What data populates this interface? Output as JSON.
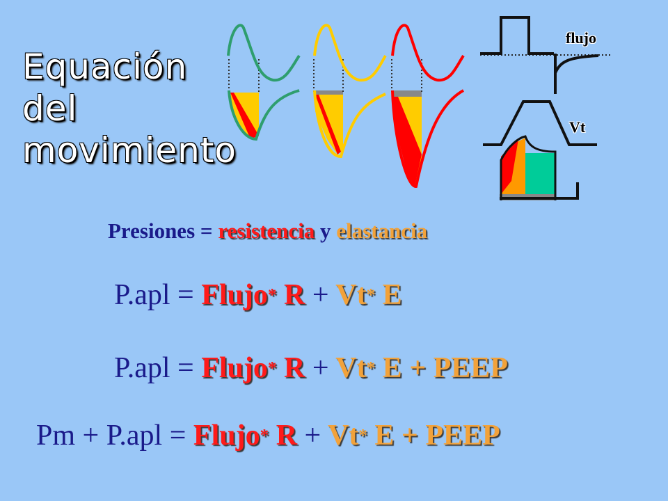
{
  "title": {
    "line1": "Equación",
    "line2": "del",
    "line3": "movimiento"
  },
  "labels": {
    "flujo": "flujo",
    "vt": "Vt"
  },
  "line1": {
    "presiones": "Presiones",
    "eq": "=",
    "resistencia": "resistencia",
    "y": "y",
    "elastancia": "elastancia"
  },
  "line2": {
    "lhs": "P.apl",
    "eq": "=",
    "flujo": "Flujo",
    "star1": "*",
    "r": "R",
    "plus": "+",
    "vt": "Vt",
    "star2": "*",
    "e": "E"
  },
  "line3": {
    "lhs": "P.apl",
    "eq": "=",
    "flujo": "Flujo",
    "star1": "*",
    "r": "R",
    "plus": "+",
    "vt": "Vt",
    "star2": "*",
    "e": "E",
    "plus2": "+",
    "peep": "PEEP"
  },
  "line4": {
    "lhs": "Pm + P.apl",
    "eq": "=",
    "flujo": "Flujo",
    "star1": "*",
    "r": "R",
    "plus": "+",
    "vt": "Vt",
    "star2": "*",
    "e": "E",
    "plus2": "+",
    "peep": "PEEP"
  },
  "colors": {
    "background": "#9ac7f7",
    "green": "#2e9e6e",
    "yellow": "#ffcc00",
    "red": "#ff0000",
    "orange": "#ff9900",
    "teal": "#00cc99",
    "grey": "#888888"
  }
}
